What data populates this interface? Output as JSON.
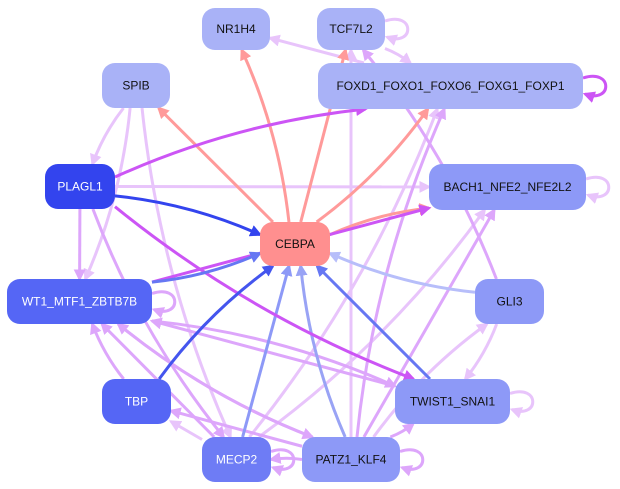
{
  "diagram": {
    "type": "directed-network",
    "colors": {
      "node_dark": "#3344ee",
      "node_mid": "#5566f5",
      "node_mid2": "#6e7cf5",
      "node_light": "#8d99f7",
      "node_pale": "#a9b2f7",
      "node_target": "#ff8f8f",
      "edge_red": "#ff9a9a",
      "edge_pink_pale": "#e8c4fb",
      "edge_lilac": "#dda6fb",
      "edge_violet": "#cc55f5",
      "edge_blue": "#3344ee",
      "edge_blue_mid": "#6677f3",
      "edge_blue_light": "#99a3f5",
      "edge_blue_pale": "#b7befa"
    },
    "nodes": [
      {
        "id": "NR1H4",
        "label": "NR1H4",
        "fill": "#a9b2f7",
        "text": "#111111"
      },
      {
        "id": "TCF7L2",
        "label": "TCF7L2",
        "fill": "#a9b2f7",
        "text": "#111111"
      },
      {
        "id": "SPIB",
        "label": "SPIB",
        "fill": "#a9b2f7",
        "text": "#111111"
      },
      {
        "id": "FOX",
        "label": "FOXD1_FOXO1_FOXO6_FOXG1_FOXP1",
        "fill": "#a9b2f7",
        "text": "#111111"
      },
      {
        "id": "PLAGL1",
        "label": "PLAGL1",
        "fill": "#3344ee",
        "text": "#ffffff"
      },
      {
        "id": "BACH1",
        "label": "BACH1_NFE2_NFE2L2",
        "fill": "#8d99f7",
        "text": "#111111"
      },
      {
        "id": "CEBPA",
        "label": "CEBPA",
        "fill": "#ff8f8f",
        "text": "#111111"
      },
      {
        "id": "WT1",
        "label": "WT1_MTF1_ZBTB7B",
        "fill": "#5566f5",
        "text": "#ffffff"
      },
      {
        "id": "GLI3",
        "label": "GLI3",
        "fill": "#8d99f7",
        "text": "#111111"
      },
      {
        "id": "TBP",
        "label": "TBP",
        "fill": "#5566f5",
        "text": "#ffffff"
      },
      {
        "id": "TWIST1",
        "label": "TWIST1_SNAI1",
        "fill": "#8d99f7",
        "text": "#111111"
      },
      {
        "id": "MECP2",
        "label": "MECP2",
        "fill": "#6e7cf5",
        "text": "#ffffff"
      },
      {
        "id": "PATZ1",
        "label": "PATZ1_KLF4",
        "fill": "#8d99f7",
        "text": "#111111"
      }
    ],
    "edges": [
      {
        "from": "CEBPA",
        "to": "NR1H4",
        "color": "#ff9a9a"
      },
      {
        "from": "CEBPA",
        "to": "SPIB",
        "color": "#ff9a9a"
      },
      {
        "from": "CEBPA",
        "to": "FOX",
        "color": "#ff9a9a"
      },
      {
        "from": "CEBPA",
        "to": "BACH1",
        "color": "#ff9a9a"
      },
      {
        "from": "CEBPA",
        "to": "TCF7L2",
        "color": "#ff9a9a"
      },
      {
        "from": "PLAGL1",
        "to": "CEBPA",
        "color": "#3344ee"
      },
      {
        "from": "WT1",
        "to": "CEBPA",
        "color": "#6677f3"
      },
      {
        "from": "TBP",
        "to": "CEBPA",
        "color": "#4455ee"
      },
      {
        "from": "MECP2",
        "to": "CEBPA",
        "color": "#8d99f7"
      },
      {
        "from": "PATZ1",
        "to": "CEBPA",
        "color": "#99a3f5"
      },
      {
        "from": "TWIST1",
        "to": "CEBPA",
        "color": "#6677f3"
      },
      {
        "from": "GLI3",
        "to": "CEBPA",
        "color": "#b7befa"
      },
      {
        "from": "PLAGL1",
        "to": "FOX",
        "color": "#cc55f5"
      },
      {
        "from": "PLAGL1",
        "to": "BACH1",
        "color": "#e8c4fb"
      },
      {
        "from": "PLAGL1",
        "to": "WT1",
        "color": "#dda6fb"
      },
      {
        "from": "PLAGL1",
        "to": "TWIST1",
        "color": "#cc55f5"
      },
      {
        "from": "PLAGL1",
        "to": "MECP2",
        "color": "#dda6fb"
      },
      {
        "from": "WT1",
        "to": "BACH1",
        "color": "#cc55f5"
      },
      {
        "from": "WT1",
        "to": "TWIST1",
        "color": "#dda6fb"
      },
      {
        "from": "SPIB",
        "to": "PLAGL1",
        "color": "#e8c4fb"
      },
      {
        "from": "SPIB",
        "to": "WT1",
        "color": "#e8c4fb"
      },
      {
        "from": "PATZ1",
        "to": "BACH1",
        "color": "#dda6fb"
      },
      {
        "from": "PATZ1",
        "to": "FOX",
        "color": "#dda6fb"
      },
      {
        "from": "PATZ1",
        "to": "TCF7L2",
        "color": "#e8c4fb"
      },
      {
        "from": "PATZ1",
        "to": "GLI3",
        "color": "#e8c4fb"
      },
      {
        "from": "PATZ1",
        "to": "TWIST1",
        "color": "#dda6fb"
      },
      {
        "from": "PATZ1",
        "to": "TBP",
        "color": "#dda6fb"
      },
      {
        "from": "PATZ1",
        "to": "MECP2",
        "color": "#dda6fb"
      },
      {
        "from": "PATZ1",
        "to": "WT1",
        "color": "#dda6fb"
      },
      {
        "from": "MECP2",
        "to": "BACH1",
        "color": "#e8c4fb"
      },
      {
        "from": "MECP2",
        "to": "TBP",
        "color": "#e8c4fb"
      },
      {
        "from": "MECP2",
        "to": "WT1",
        "color": "#dda6fb"
      },
      {
        "from": "MECP2",
        "to": "FOX",
        "color": "#e8c4fb"
      },
      {
        "from": "TBP",
        "to": "WT1",
        "color": "#dda6fb"
      },
      {
        "from": "GLI3",
        "to": "TWIST1",
        "color": "#e8c4fb"
      },
      {
        "from": "GLI3",
        "to": "TCF7L2",
        "color": "#dda6fb"
      },
      {
        "from": "TWIST1",
        "to": "WT1",
        "color": "#dda6fb"
      },
      {
        "from": "WT1",
        "to": "PATZ1",
        "color": "#dda6fb"
      },
      {
        "from": "FOX",
        "to": "NR1H4",
        "color": "#e8c4fb"
      },
      {
        "from": "TCF7L2",
        "to": "FOX",
        "color": "#e8c4fb"
      },
      {
        "from": "SPIB",
        "to": "MECP2",
        "color": "#e8c4fb"
      }
    ],
    "self_loops": [
      {
        "node": "TCF7L2",
        "color": "#e8c4fb"
      },
      {
        "node": "FOX",
        "color": "#cc55f5"
      },
      {
        "node": "BACH1",
        "color": "#e8c4fb"
      },
      {
        "node": "WT1",
        "color": "#dda6fb"
      },
      {
        "node": "TWIST1",
        "color": "#e8c4fb"
      },
      {
        "node": "MECP2",
        "color": "#dda6fb"
      },
      {
        "node": "PATZ1",
        "color": "#dda6fb"
      }
    ]
  }
}
